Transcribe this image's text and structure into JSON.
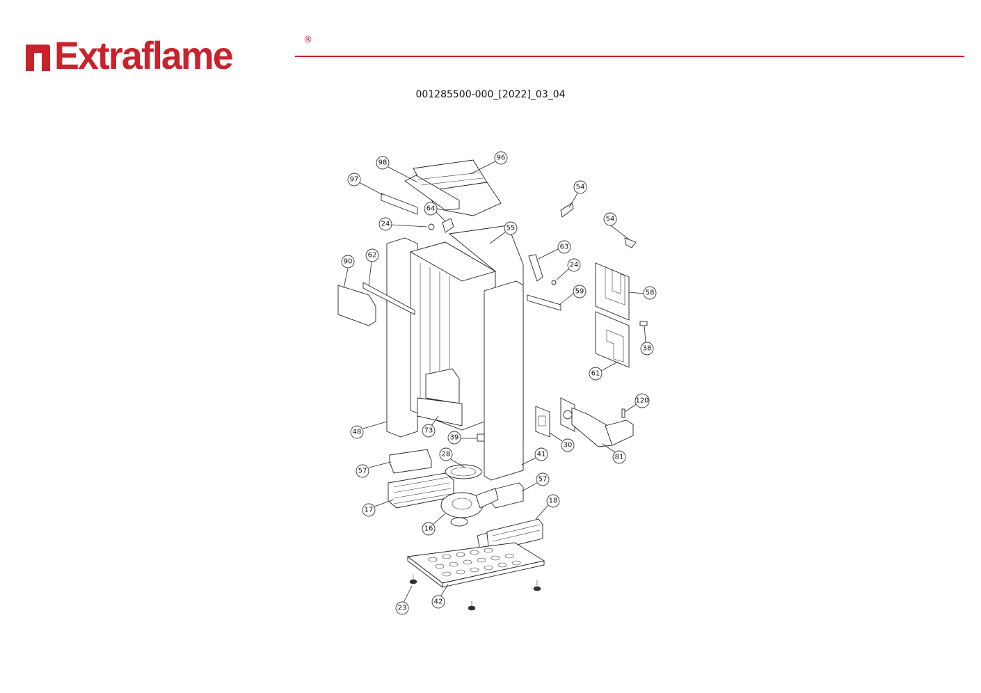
{
  "header": {
    "brand": "Extraflame",
    "registered": "®",
    "brand_color": "#c8232c",
    "document_code": "001285500-000_[2022]_03_04"
  },
  "diagram": {
    "callouts": [
      "98",
      "96",
      "97",
      "54",
      "64",
      "24",
      "55",
      "54",
      "63",
      "24",
      "90",
      "62",
      "59",
      "58",
      "38",
      "61",
      "120",
      "73",
      "48",
      "39",
      "30",
      "81",
      "28",
      "41",
      "57",
      "57",
      "18",
      "17",
      "16",
      "23",
      "42"
    ]
  }
}
